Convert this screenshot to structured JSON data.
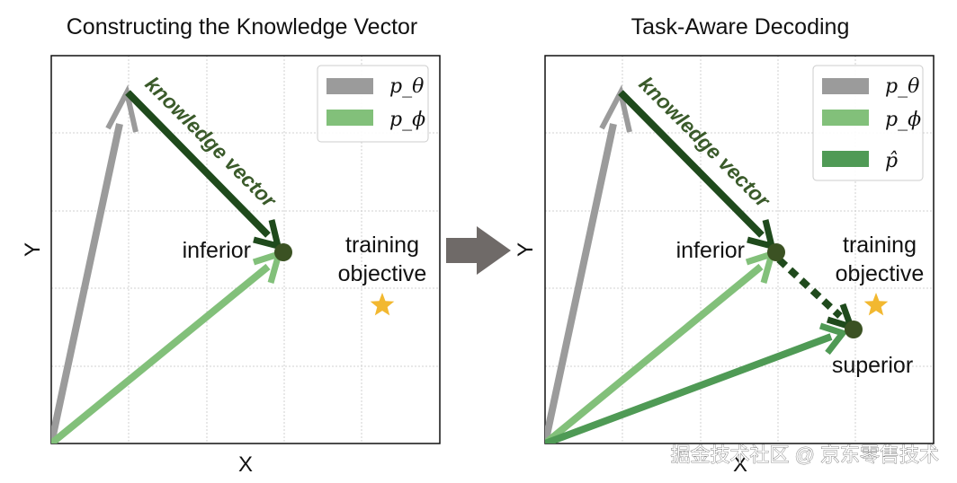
{
  "left_panel": {
    "title": "Constructing the Knowledge Vector",
    "xlabel": "X",
    "ylabel": "Y",
    "knowledge_vector_label": "knowledge vector",
    "inferior_label": "inferior",
    "training_label_line1": "training",
    "training_label_line2": "objective",
    "legend": [
      "p_θ",
      "p_ϕ"
    ]
  },
  "right_panel": {
    "title": "Task-Aware Decoding",
    "xlabel": "X",
    "ylabel": "Y",
    "knowledge_vector_label": "knowledge vector",
    "inferior_label": "inferior",
    "superior_label": "superior",
    "training_label_line1": "training",
    "training_label_line2": "objective",
    "legend": [
      "p_θ",
      "p_ϕ",
      "p̂"
    ]
  },
  "watermark": "掘金技术社区 @ 京东零售技术",
  "colors": {
    "p_theta": "#9b9b9b",
    "p_phi": "#82c07a",
    "p_hat": "#4f9a55",
    "knowledge_vector": "#1f4a1c",
    "point": "#3b5223",
    "star": "#f2b830",
    "arrow_between": "#6f6a68"
  },
  "icons": [
    "star-icon",
    "right-arrow-icon"
  ]
}
